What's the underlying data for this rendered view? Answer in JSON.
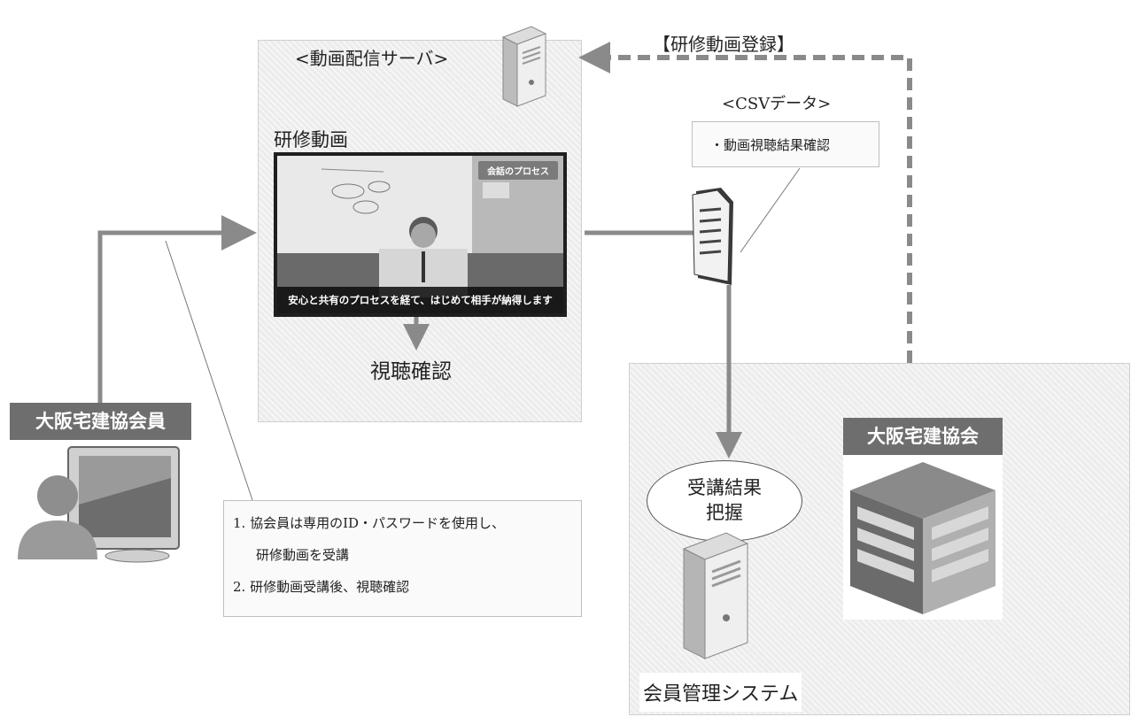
{
  "server_panel": {
    "title": "<動画配信サーバ>",
    "video_heading": "研修動画",
    "video_tag": "会話のプロセス",
    "video_caption": "安心と共有のプロセスを経て、はじめて相手が納得します",
    "view_confirm": "視聴確認"
  },
  "member": {
    "label": "大阪宅建協会員",
    "steps": [
      "1. 協会員は専用のID・パスワードを使用し、",
      "研修動画を受講",
      "2. 研修動画受講後、視聴確認"
    ]
  },
  "csv": {
    "title": "<CSVデータ>",
    "item": "・動画視聴結果確認"
  },
  "register_label": "【研修動画登録】",
  "hq": {
    "label": "大阪宅建協会",
    "result_line1": "受講結果",
    "result_line2": "把握",
    "system_label": "会員管理システム"
  },
  "colors": {
    "arrow": "#8a8a8a",
    "tag_bg": "#6e6e6e",
    "panel_bg": "#ececec"
  },
  "icons": [
    "server-icon",
    "document-icon",
    "user-pc-icon",
    "building-icon"
  ]
}
